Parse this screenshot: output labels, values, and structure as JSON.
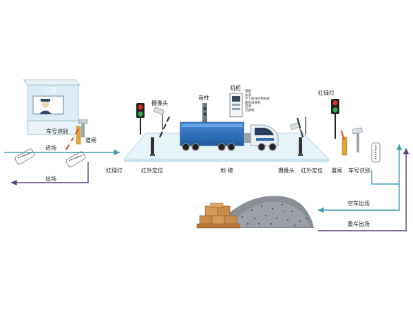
{
  "labels": {
    "guard_booth": "门卫",
    "plate_recognition": "车号识别",
    "barrier_gate": "道闸",
    "entry": "进场",
    "exit": "出场",
    "camera": "摄像头",
    "speaker_post": "音柱",
    "cabinet": "机柜",
    "traffic_light": "红绿灯",
    "infrared": "红外定位",
    "scale": "地 磅",
    "empty_exit": "空车出场",
    "loaded_exit": "重车出场"
  },
  "cabinet_items": [
    "电脑",
    "仪表",
    "无人值守控制系统",
    "硬盘录像机",
    "空调",
    "交换机"
  ],
  "colors": {
    "teal_arrow": "#3a9fb0",
    "purple_arrow": "#5a3d7a",
    "platform": "#e6f3f9",
    "truck_blue": "#2a6fb8",
    "booth": "#dcecf5"
  }
}
